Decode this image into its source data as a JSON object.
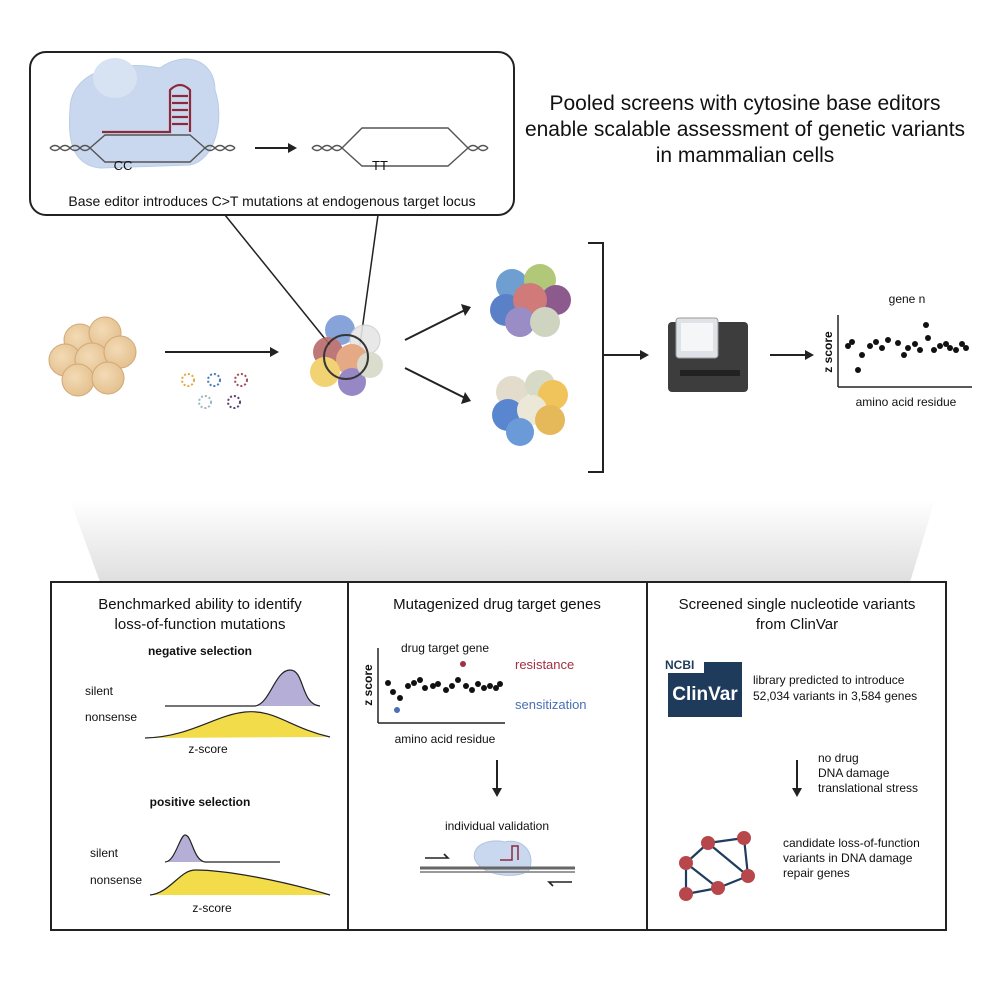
{
  "title": {
    "line1": "Pooled screens with cytosine base editors",
    "line2": "enable scalable assessment of genetic variants",
    "line3": "in mammalian cells"
  },
  "inset": {
    "label_before": "CC",
    "label_after": "TT",
    "caption": "Base editor introduces C>T mutations at endogenous target locus"
  },
  "readout_plot": {
    "title": "gene n",
    "ylabel": "z score",
    "xlabel": "amino acid residue"
  },
  "panel1": {
    "title_line1": "Benchmarked ability to identify",
    "title_line2": "loss-of-function mutations",
    "neg_heading": "negative selection",
    "pos_heading": "positive selection",
    "silent": "silent",
    "nonsense": "nonsense",
    "zscore": "z-score"
  },
  "panel2": {
    "title": "Mutagenized drug target genes",
    "plot_title": "drug target gene",
    "ylabel": "z score",
    "xlabel": "amino acid residue",
    "resistance": "resistance",
    "sensitization": "sensitization",
    "validation": "individual validation"
  },
  "panel3": {
    "title_line1": "Screened single nucleotide variants",
    "title_line2": "from ClinVar",
    "ncbi": "NCBI",
    "clinvar": "ClinVar",
    "library_line1": "library predicted to introduce",
    "library_line2": "52,034 variants in 3,584 genes",
    "cond1": "no drug",
    "cond2": "DNA damage",
    "cond3": "translational stress",
    "cand_line1": "candidate loss-of-function",
    "cand_line2": "variants in DNA damage",
    "cand_line3": "repair genes"
  },
  "colors": {
    "editor_blue": "#c9d8ee",
    "guide_red": "#8c2a3a",
    "resistance": "#a3303f",
    "sensitization": "#4a6fb5",
    "silent_purple": "#b5aed6",
    "nonsense_yellow": "#f2dc4a",
    "network_node": "#b8474c",
    "network_edge": "#1f3d5c"
  }
}
